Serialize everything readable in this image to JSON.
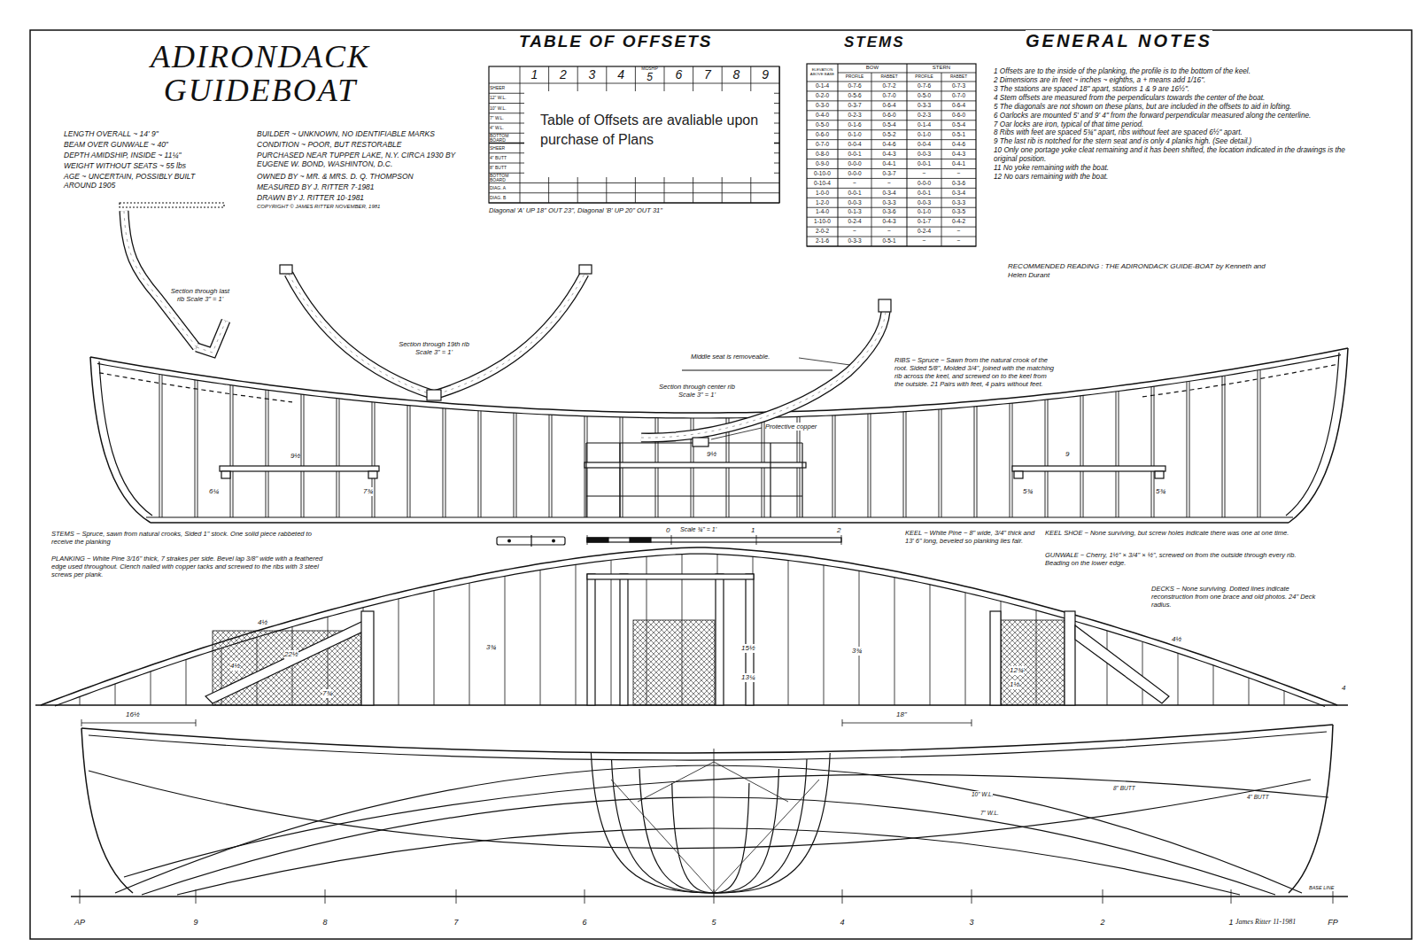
{
  "diagram": {
    "title": "ADIRONDACK GUIDEBOAT",
    "nodes": [
      {
        "text": [
          "Table of Offsets are avaliable upon purchase of Plans"
        ]
      }
    ],
    "labels": [
      "LENGTH OVERALL ~ 14' 9\"",
      "BEAM OVER GUNWALE ~ 40\"",
      "DEPTH AMIDSHIP, INSIDE ~ 11¼\"",
      "WEIGHT WITHOUT SEATS ~ 55 lbs",
      "AGE ~ UNCERTAIN, POSSIBLY BUILT AROUND 1905",
      "BUILDER ~ UNKNOWN, NO IDENTIFIABLE MARKS",
      "CONDITION ~ POOR, BUT RESTORABLE",
      "PURCHASED NEAR TUPPER LAKE, N.Y. CIRCA 1930 BY EUGENE W. BOND, WASHINTON, D.C.",
      "OWNED BY ~ MR. & MRS. D. Q. THOMPSON",
      "MEASURED BY J. RITTER 7-1981",
      "DRAWN BY J. RITTER 10-1981",
      "COPYRIGHT © JAMES RITTER NOVEMBER, 1981",
      "TABLE OF OFFSETS",
      "STEMS",
      "GENERAL NOTES",
      "1",
      "2",
      "3",
      "4",
      "MIDSHIP",
      "5",
      "6",
      "7",
      "8",
      "9",
      "SHEER",
      "12\" W.L.",
      "10\" W.L.",
      "7\" W.L.",
      "4\" W.L.",
      "BOTTOM BOARD",
      "SHEER",
      "4\" BUTT",
      "8\" BUTT",
      "BOTTOM BOARD",
      "DIAG. A",
      "DIAG. B",
      "Diagonal 'A' UP 18\" OUT 23\", Diagonal 'B' UP 20\" OUT 31\"",
      "ELEVATION ABOVE BASE",
      "BOW",
      "STERN",
      "PROFILE",
      "RABBET",
      "PROFILE",
      "RABBET",
      "0-1-4",
      "0-7-6",
      "0-7-2",
      "0-7-6",
      "0-7-3",
      "0-2-0",
      "0-5-6",
      "0-7-0",
      "0-5-0",
      "0-7-0",
      "0-3-0",
      "0-3-7",
      "0-6-4",
      "0-3-3",
      "0-6-4",
      "0-4-0",
      "0-2-3",
      "0-6-0",
      "0-2-3",
      "0-6-0",
      "0-5-0",
      "0-1-6",
      "0-5-4",
      "0-1-4",
      "0-5-4",
      "0-6-0",
      "0-1-0",
      "0-5-2",
      "0-1-0",
      "0-5-1",
      "0-7-0",
      "0-0-4",
      "0-4-6",
      "0-0-4",
      "0-4-6",
      "0-8-0",
      "0-0-1",
      "0-4-3",
      "0-0-3",
      "0-4-3",
      "0-9-0",
      "0-0-0",
      "0-4-1",
      "0-0-1",
      "0-4-1",
      "0-10-0",
      "0-0-0",
      "0-3-7",
      "~",
      "~",
      "0-10-4",
      "~",
      "~",
      "0-0-0",
      "0-3-6",
      "1-0-0",
      "0-0-1",
      "0-3-4",
      "0-0-1",
      "0-3-4",
      "1-2-0",
      "0-0-3",
      "0-3-3",
      "0-0-3",
      "0-3-3",
      "1-4-0",
      "0-1-3",
      "0-3-6",
      "0-1-0",
      "0-3-5",
      "1-10-0",
      "0-2-4",
      "0-4-3",
      "0-1-7",
      "0-4-2",
      "2-0-2",
      "~",
      "~",
      "0-2-4",
      "~",
      "2-1-6",
      "0-3-3",
      "0-5-1",
      "~",
      "~",
      "1 Offsets are to the inside of the planking, the profile is to the bottom of the keel.",
      "2 Dimensions are in feet ~ inches ~ eighths, a + means add 1/16\".",
      "3 The stations are spaced 18\" apart, stations 1 & 9 are 16½\".",
      "4 Stem offsets are measured from the perpendiculars towards the center of the boat.",
      "5 The diagonals are not shown on these plans, but are included in the offsets to aid in lofting.",
      "6 Oarlocks are mounted 5' and 9' 4\" from the forward perpendicular measured along the centerline.",
      "7 Oar locks are iron, typical of that time period.",
      "8 Ribs with feet are spaced 5¾\" apart, ribs without feet are spaced 6½\" apart.",
      "9 The last rib is notched for the stern seat and is only 4 planks high. (See detail.)",
      "10 Only one portage yoke cleat remaining and it has been shifted, the location indicated in the drawings is the original position.",
      "11 No yoke remaining with the boat.",
      "12 No oars remaining with the boat.",
      "RECOMMENDED READING : THE ADIRONDACK GUIDE-BOAT by Kenneth and Helen Durant",
      "Section through last rib Scale 3\" = 1'",
      "Section through 19th rib Scale 3\" = 1'",
      "Middle seat is removeable.",
      "Section through center rib Scale 3\" = 1'",
      "Protective copper",
      "RIBS ~ Spruce ~ Sawn from the natural crook of the root. Sided 5/8\", Molded 3/4\", joined with the matching rib across the keel, and screwed on to the keel from the outside. 21 Pairs with feet, 4 pairs without feet.",
      "STEMS ~ Spruce, sawn from natural crooks, Sided 1\" stock. One solid piece rabbeted to receive the planking",
      "PLANKING ~ White Pine 3/16\" thick, 7 strakes per side. Bevel lap 3/8\" wide with a feathered edge used throughout. Clench nailed with copper tacks and screwed to the ribs with 3 steel screws per plank.",
      "KEEL ~ White Pine ~ 8\" wide, 3/4\" thick and 13' 6\" long, beveled so planking lies fair.",
      "KEEL SHOE ~ None surviving, but screw holes indicate there was one at one time.",
      "GUNWALE ~ Cherry, 1½\" × 3/4\" × ½\", screwed on from the outside through every rib. Beading on the lower edge.",
      "DECKS ~ None surviving. Dotted lines indicate reconstruction from one brace and old photos. 24\" Deck radius.",
      "9½",
      "6¼",
      "7¾",
      "9½",
      "9",
      "5¾",
      "5¾",
      "0",
      "Scale ¾\" = 1'",
      "1",
      "2",
      "4½",
      "4½",
      "22½",
      "7¾",
      "3¾",
      "15½",
      "13¼",
      "3¾",
      "12¾",
      "1½",
      "4½",
      "4",
      "16½",
      "18\"",
      "10\" W.L.",
      "7\" W.L.",
      "8\" BUTT",
      "4\" BUTT",
      "BASE LINE",
      "AP",
      "9",
      "8",
      "7",
      "6",
      "5",
      "4",
      "3",
      "2",
      "1",
      "FP",
      "James Ritter 11-1981"
    ]
  }
}
